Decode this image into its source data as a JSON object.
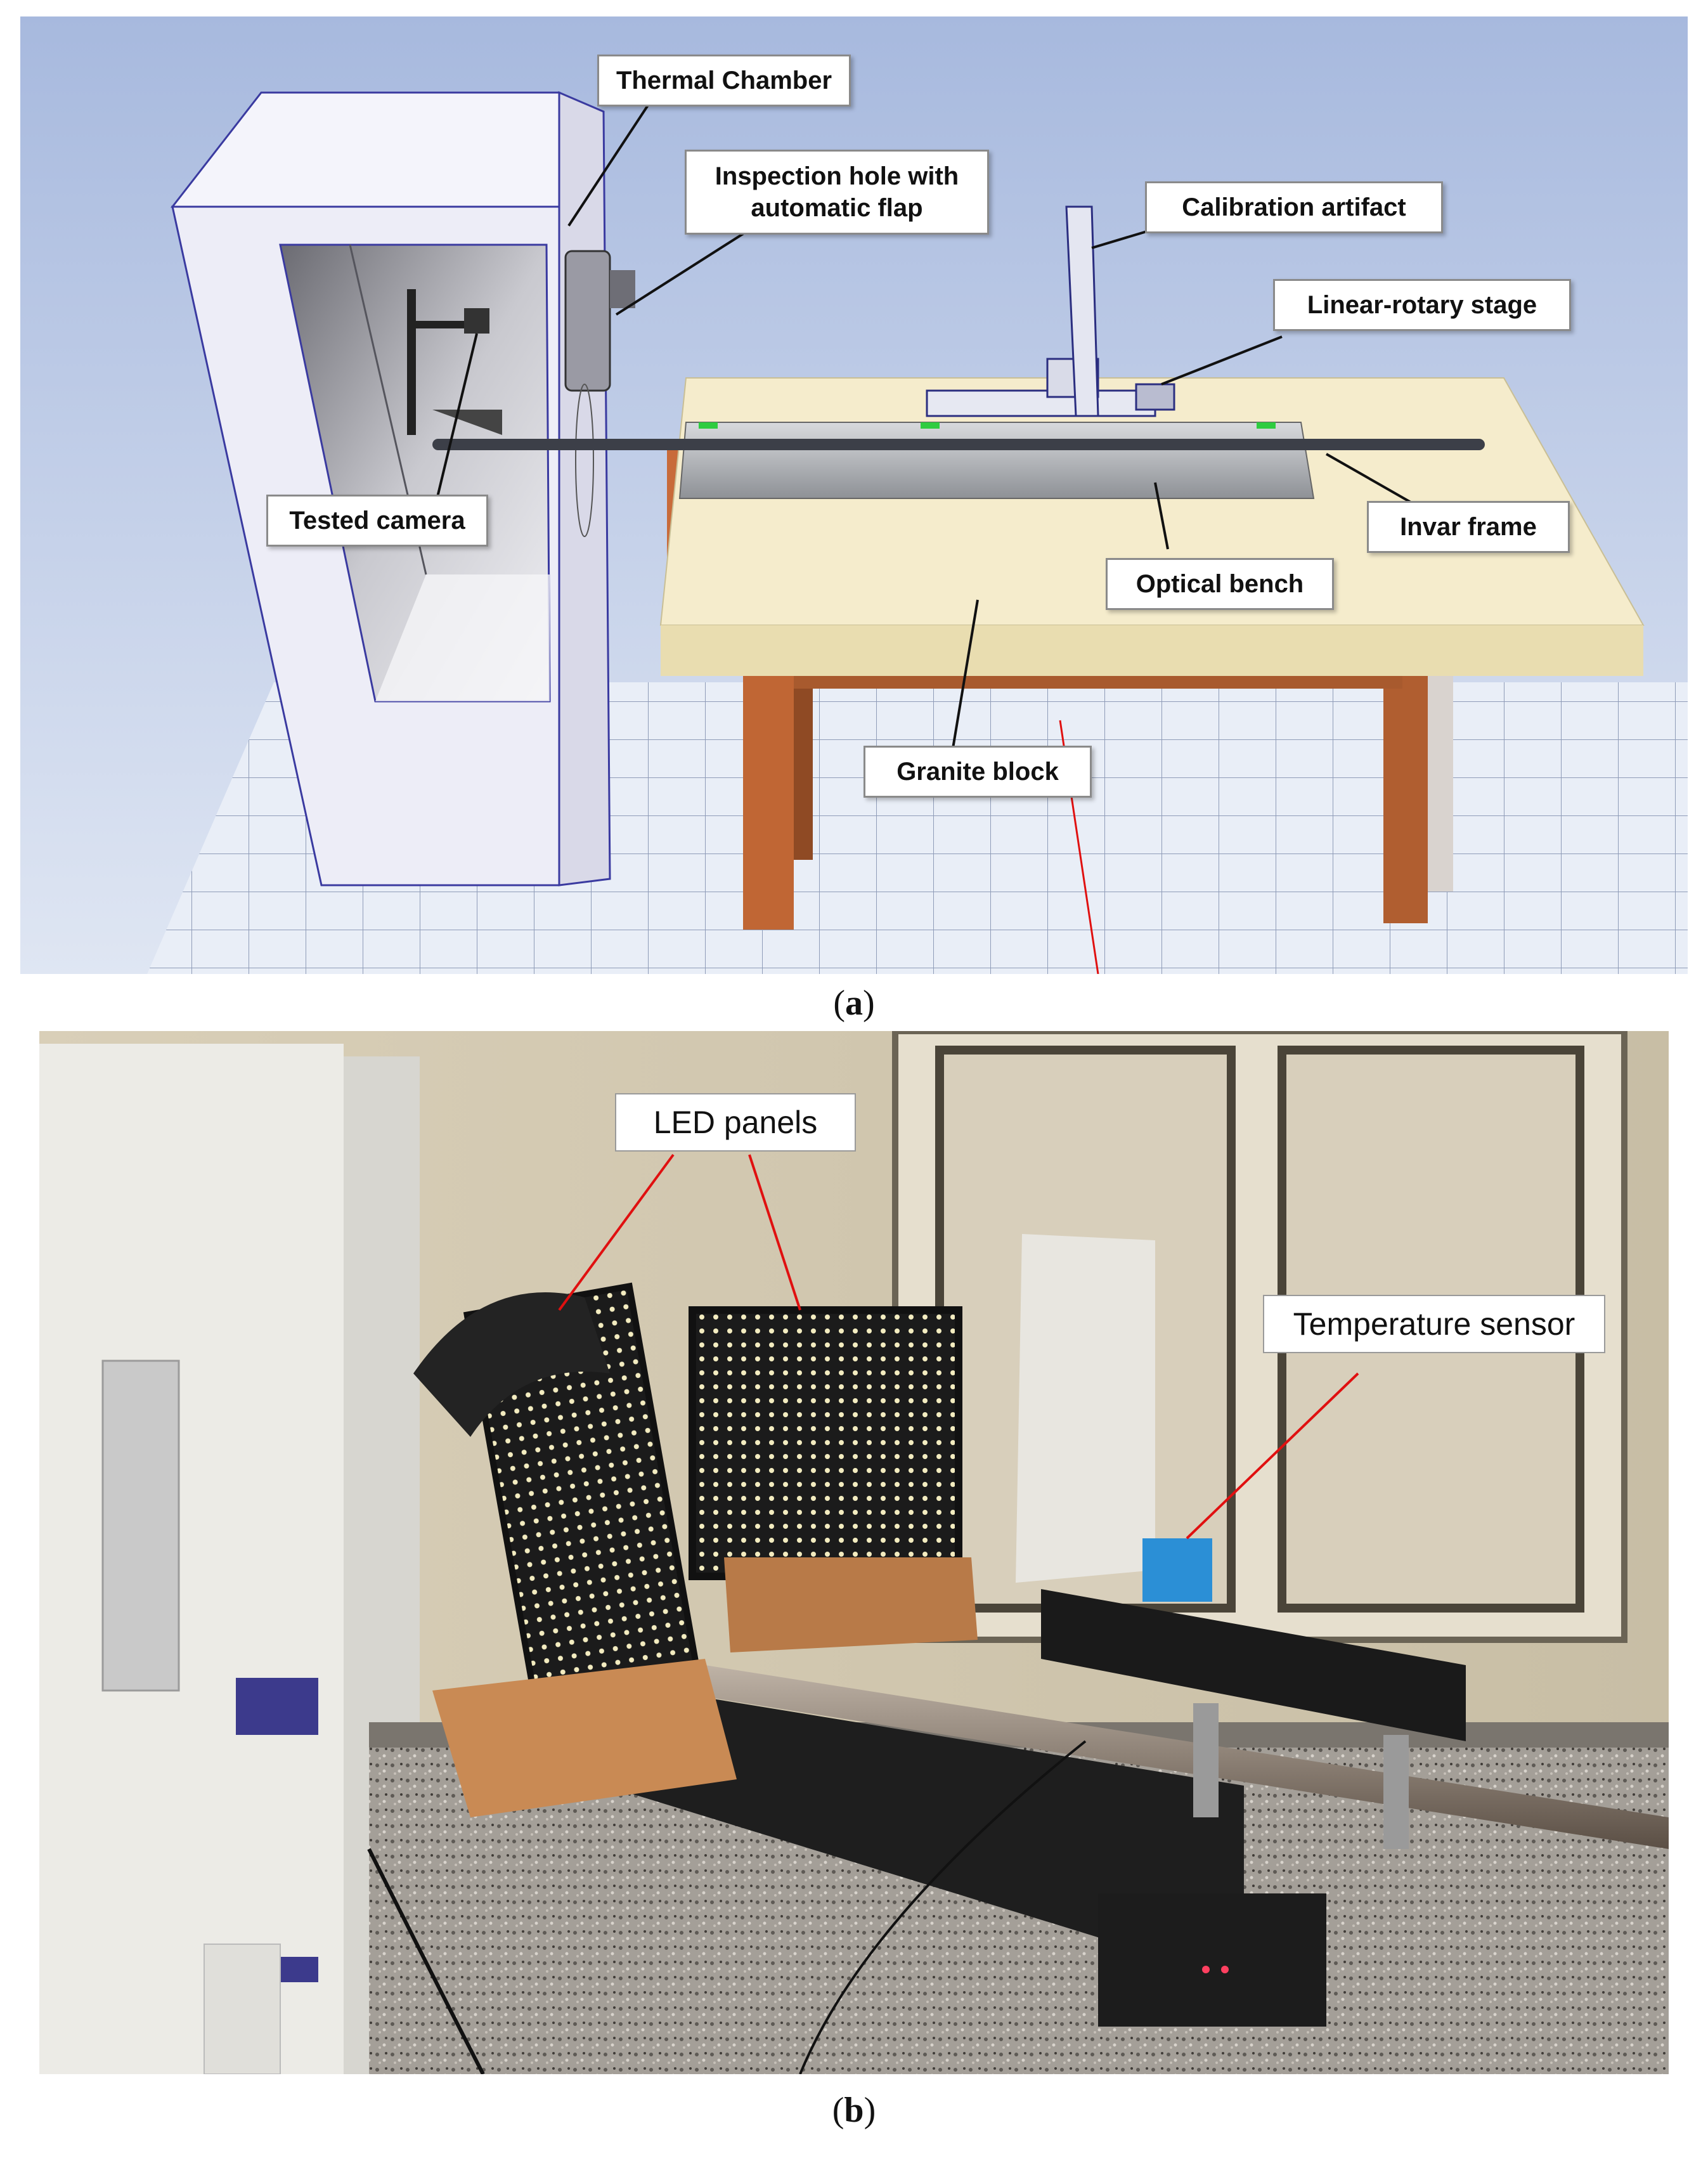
{
  "panel_a": {
    "caption_letter": "a",
    "labels": {
      "thermal_chamber": "Thermal Chamber",
      "inspection_hole_line1": "Inspection hole with",
      "inspection_hole_line2": "automatic flap",
      "calibration_artifact": "Calibration artifact",
      "linear_rotary_stage": "Linear-rotary stage",
      "tested_camera": "Tested camera",
      "invar_frame": "Invar frame",
      "optical_bench": "Optical bench",
      "granite_block": "Granite block"
    }
  },
  "panel_b": {
    "caption_letter": "b",
    "labels": {
      "led_panels": "LED panels",
      "temperature_sensor": "Temperature sensor"
    }
  },
  "caption_open": "(",
  "caption_close": ")",
  "colors": {
    "sky": "#aebfe0",
    "floor_grid": "#c8d3e6",
    "chamber": "#eeeef8",
    "granite_top": "#f4ecc8",
    "table_wood": "#c06a3a",
    "leader": "#111111",
    "leader_red": "#e01010"
  }
}
